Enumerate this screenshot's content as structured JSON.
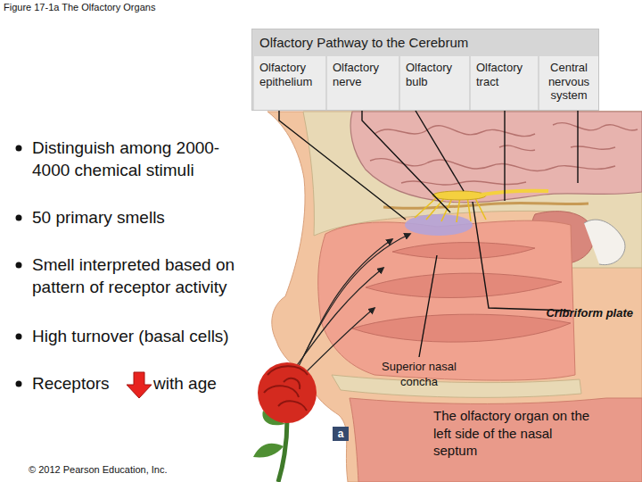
{
  "diagram": {
    "title": "Figure 17-1a The Olfactory Organs",
    "nodes": [
      {
        "text": [
          "Olfactory Pathway to the Cerebrum"
        ]
      },
      {
        "text": [
          "Olfactory epithelium"
        ],
        "in": 0
      },
      {
        "text": [
          "Olfactory nerve"
        ],
        "in": 0
      },
      {
        "text": [
          "Olfactory bulb"
        ],
        "in": 0
      },
      {
        "text": [
          "Olfactory tract"
        ],
        "in": 0
      },
      {
        "text": [
          "Central nervous system"
        ],
        "in": 0
      }
    ],
    "labels": [
      "Distinguish among 2000-4000 chemical stimuli",
      "50 primary smells",
      "Smell interpreted based on pattern of receptor activity",
      "High turnover (basal cells)",
      "Receptors",
      "with age",
      "Cribriform plate",
      "Superior nasal concha",
      "The olfactory organ on the left side of the nasal septum",
      "a",
      "© 2012 Pearson Education, Inc."
    ]
  }
}
